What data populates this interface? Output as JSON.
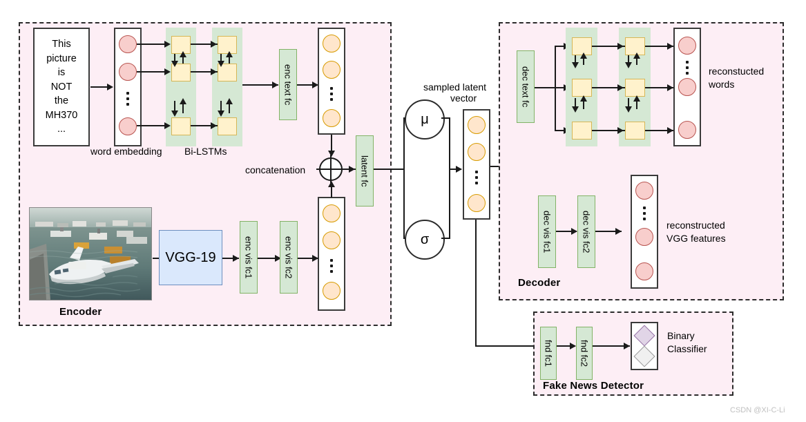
{
  "figure": {
    "watermark": "CSDN @XI-C-Li"
  },
  "encoder": {
    "title": "Encoder",
    "input_text": "This\npicture\nis\nNOT\nthe\nMH370\n...",
    "labels": {
      "word_embedding": "word embedding",
      "bi_lstms": "Bi-LSTMs",
      "concatenation": "concatenation"
    },
    "fc": {
      "enc_text_fc": "enc text fc",
      "enc_vis_fc1": "enc vis fc1",
      "enc_vis_fc2": "enc vis fc2"
    },
    "vgg": "VGG-19",
    "image_alt": "plane crashed in water"
  },
  "latent": {
    "fc": "latent fc",
    "mu": "μ",
    "sigma": "σ",
    "sampled_label_line1": "sampled latent",
    "sampled_label_line2": "vector"
  },
  "decoder": {
    "title": "Decoder",
    "fc": {
      "dec_text_fc": "dec text fc",
      "dec_vis_fc1": "dec vis fc1",
      "dec_vis_fc2": "dec vis fc2"
    },
    "outputs": {
      "words_line1": "reconstucted",
      "words_line2": "words",
      "vgg_line1": "reconstructed",
      "vgg_line2": "VGG features"
    }
  },
  "detector": {
    "title": "Fake News Detector",
    "fc": {
      "fnd_fc1": "fnd fc1",
      "fnd_fc2": "fnd fc2"
    },
    "classifier_line1": "Binary",
    "classifier_line2": "Classifier"
  },
  "colors": {
    "group_bg": "#fdeef5",
    "fc_green": "#d5e8d4",
    "fc_green_border": "#82b366",
    "cell_yellow": "#fff2cc",
    "cell_yellow_border": "#d6b656",
    "node_pink": "#f8cecc",
    "node_pink_border": "#b85450",
    "node_orange": "#ffe6cc",
    "node_orange_border": "#d79b00",
    "vgg_blue": "#dae8fc",
    "vgg_blue_border": "#6c8ebf",
    "diamond_purple": "#e1d5e7",
    "diamond_grey": "#f0f0f0",
    "stroke": "#1a1a1a"
  }
}
